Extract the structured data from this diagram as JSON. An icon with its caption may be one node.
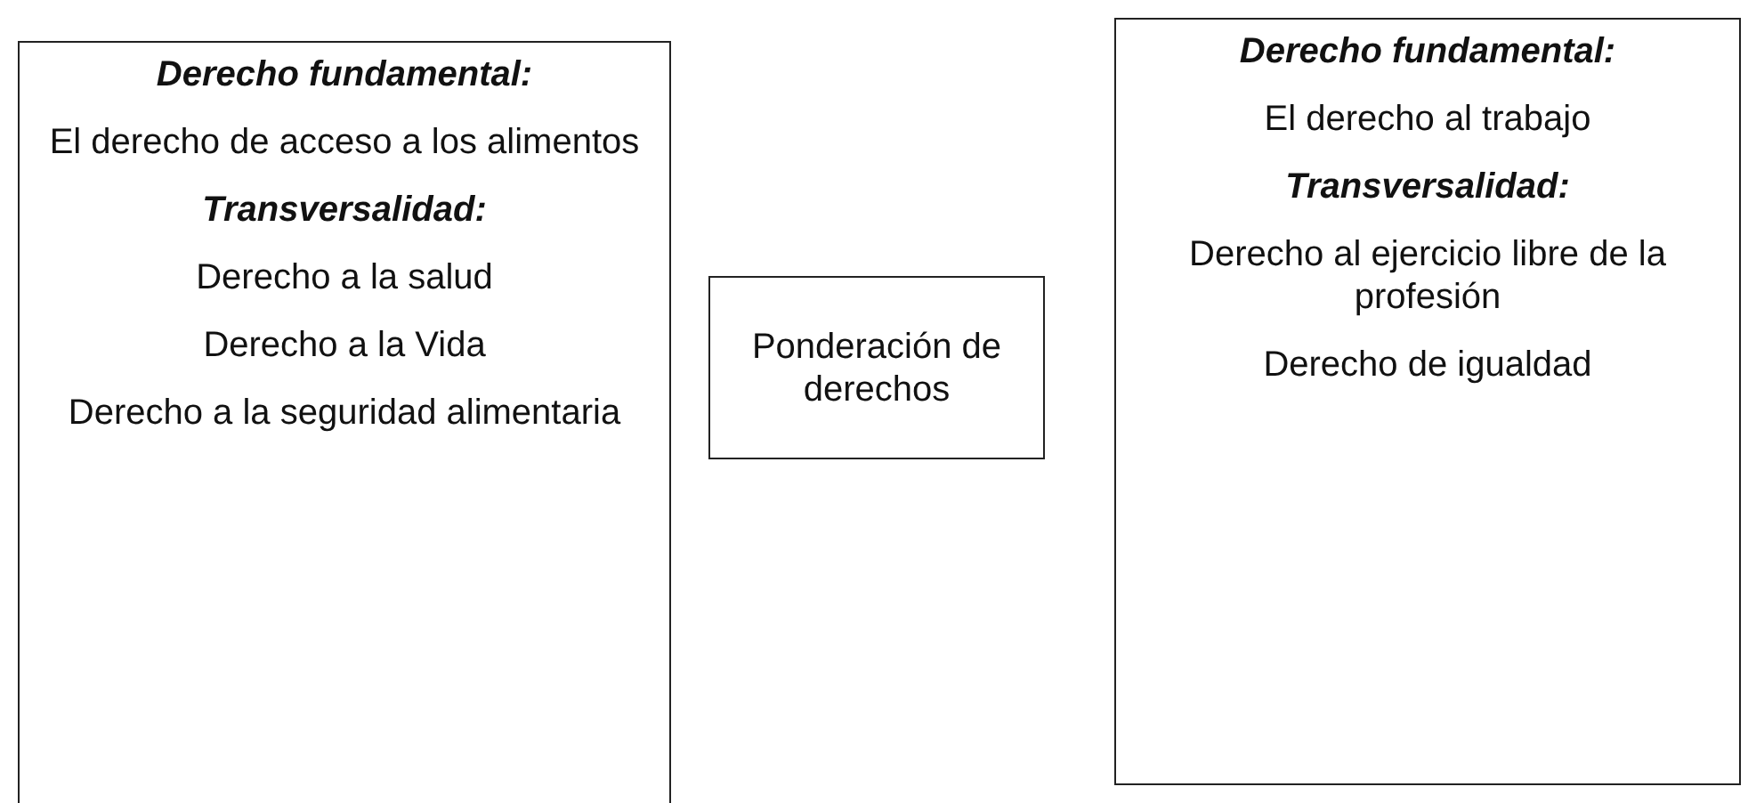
{
  "diagram": {
    "nodes": [
      {
        "text": [
          "Derecho fundamental:",
          "El derecho de acceso a los alimentos",
          "Transversalidad:",
          "Derecho a la salud",
          "Derecho a la Vida",
          "Derecho a la seguridad alimentaria"
        ]
      },
      {
        "text": [
          "Ponderación de derechos"
        ]
      },
      {
        "text": [
          "Derecho fundamental:",
          "El derecho al trabajo",
          "Transversalidad:",
          "Derecho al ejercicio libre de la profesión",
          "Derecho de igualdad"
        ]
      }
    ]
  }
}
